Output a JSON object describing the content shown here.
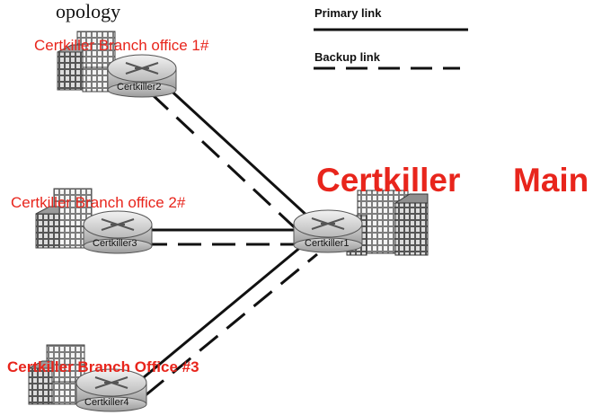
{
  "header": {
    "partial_title": "opology"
  },
  "legend": {
    "primary_label": "Primary link",
    "backup_label": "Backup link"
  },
  "main_site": {
    "title_brand": "Certkiller",
    "title_word": "Main",
    "router": "Certkiller1"
  },
  "branches": [
    {
      "label": "Certkiller Branch office 1#",
      "router": "Certkiller2"
    },
    {
      "label": "Certkiller Branch office 2#",
      "router": "Certkiller3"
    },
    {
      "label": "Certkiller Branch Office #3",
      "router": "Certkiller4"
    }
  ],
  "colors": {
    "label_red": "#e8251c",
    "line": "#111111",
    "router_body": "#c9c9c9",
    "building": "#8a8a8a"
  },
  "icons": [
    "router-icon",
    "building-icon"
  ]
}
